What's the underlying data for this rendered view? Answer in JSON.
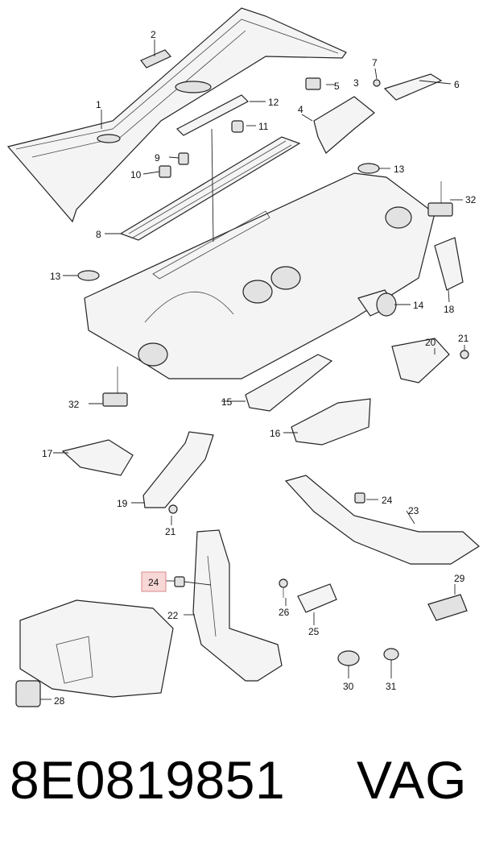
{
  "callouts": {
    "c1": "1",
    "c2": "2",
    "c3": "3",
    "c4": "4",
    "c5": "5",
    "c6": "6",
    "c7": "7",
    "c8": "8",
    "c9": "9",
    "c10": "10",
    "c11": "11",
    "c12": "12",
    "c13a": "13",
    "c13b": "13",
    "c14": "14",
    "c15": "15",
    "c16": "16",
    "c17": "17",
    "c18": "18",
    "c19": "19",
    "c20": "20",
    "c21a": "21",
    "c21b": "21",
    "c22": "22",
    "c23": "23",
    "c24a": "24",
    "c24b": "24",
    "c25": "25",
    "c26": "26",
    "c28": "28",
    "c29": "29",
    "c30": "30",
    "c31": "31",
    "c32a": "32",
    "c32b": "32"
  },
  "highlight_color": "#f8d7d7",
  "footer": {
    "part_number": "8E0819851",
    "brand": "VAG"
  }
}
